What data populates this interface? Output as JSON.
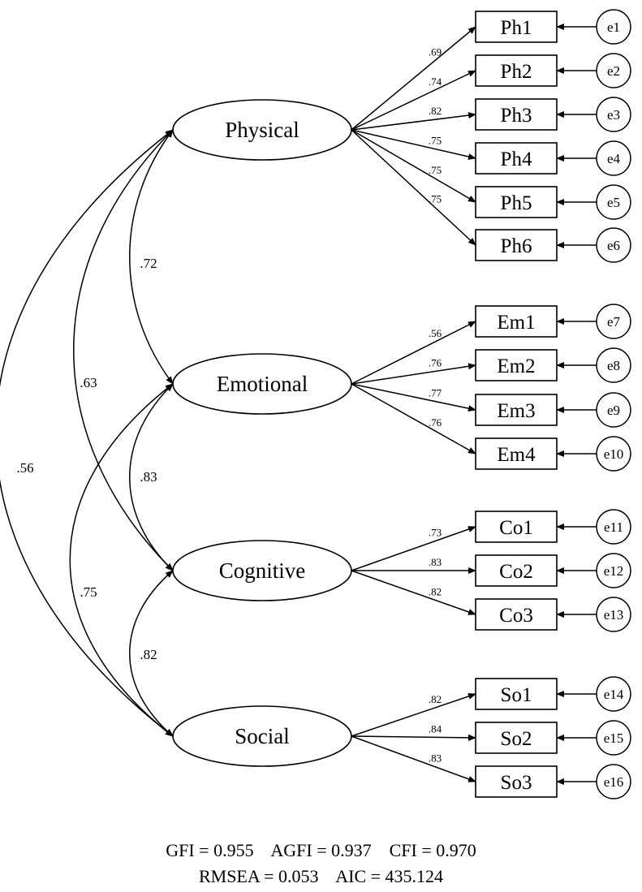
{
  "latents": [
    {
      "id": "physical",
      "label": "Physical"
    },
    {
      "id": "emotional",
      "label": "Emotional"
    },
    {
      "id": "cognitive",
      "label": "Cognitive"
    },
    {
      "id": "social",
      "label": "Social"
    }
  ],
  "indicators": [
    {
      "label": "Ph1",
      "latent": "physical",
      "loading": ".69",
      "error": "e1"
    },
    {
      "label": "Ph2",
      "latent": "physical",
      "loading": ".74",
      "error": "e2"
    },
    {
      "label": "Ph3",
      "latent": "physical",
      "loading": ".82",
      "error": "e3"
    },
    {
      "label": "Ph4",
      "latent": "physical",
      "loading": ".75",
      "error": "e4"
    },
    {
      "label": "Ph5",
      "latent": "physical",
      "loading": ".75",
      "error": "e5"
    },
    {
      "label": "Ph6",
      "latent": "physical",
      "loading": ".75",
      "error": "e6"
    },
    {
      "label": "Em1",
      "latent": "emotional",
      "loading": ".56",
      "error": "e7"
    },
    {
      "label": "Em2",
      "latent": "emotional",
      "loading": ".76",
      "error": "e8"
    },
    {
      "label": "Em3",
      "latent": "emotional",
      "loading": ".77",
      "error": "e9"
    },
    {
      "label": "Em4",
      "latent": "emotional",
      "loading": ".76",
      "error": "e10"
    },
    {
      "label": "Co1",
      "latent": "cognitive",
      "loading": ".73",
      "error": "e11"
    },
    {
      "label": "Co2",
      "latent": "cognitive",
      "loading": ".83",
      "error": "e12"
    },
    {
      "label": "Co3",
      "latent": "cognitive",
      "loading": ".82",
      "error": "e13"
    },
    {
      "label": "So1",
      "latent": "social",
      "loading": ".82",
      "error": "e14"
    },
    {
      "label": "So2",
      "latent": "social",
      "loading": ".84",
      "error": "e15"
    },
    {
      "label": "So3",
      "latent": "social",
      "loading": ".83",
      "error": "e16"
    }
  ],
  "correlations": [
    {
      "from": "physical",
      "to": "emotional",
      "value": ".72"
    },
    {
      "from": "physical",
      "to": "cognitive",
      "value": ".63"
    },
    {
      "from": "physical",
      "to": "social",
      "value": ".56"
    },
    {
      "from": "emotional",
      "to": "cognitive",
      "value": ".83"
    },
    {
      "from": "emotional",
      "to": "social",
      "value": ".75"
    },
    {
      "from": "cognitive",
      "to": "social",
      "value": ".82"
    }
  ],
  "fit": {
    "line1": "GFI = 0.955    AGFI = 0.937    CFI = 0.970",
    "line2": "RMSEA = 0.053    AIC = 435.124"
  }
}
